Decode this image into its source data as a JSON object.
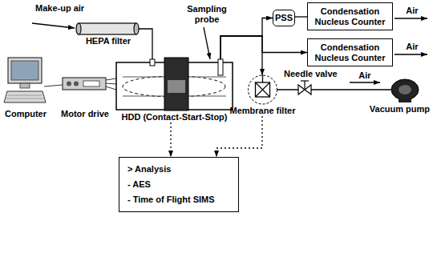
{
  "diagram": {
    "nodes": [
      {
        "text": [
          "HEPA filter"
        ]
      },
      {
        "text": [
          "HDD (Contact-Start-Stop)"
        ]
      },
      {
        "text": [
          "PSS"
        ]
      },
      {
        "text": [
          "Condensation Nucleus Counter"
        ]
      },
      {
        "text": [
          "Condensation Nucleus Counter"
        ]
      },
      {
        "text": [
          "> Analysis",
          "- AES",
          "- Time of Flight SIMS"
        ]
      },
      {
        "text": [
          "Membrane filter"
        ]
      }
    ],
    "edges": [
      {
        "from": 0,
        "to": 1,
        "arrow": "none"
      },
      {
        "from": 1,
        "to": 2,
        "arrow": "to"
      },
      {
        "from": 1,
        "to": 4,
        "arrow": "to"
      },
      {
        "from": 1,
        "to": 6,
        "arrow": "to"
      },
      {
        "from": 2,
        "to": 3,
        "arrow": "none"
      },
      {
        "from": 1,
        "to": 5,
        "arrow": "to"
      },
      {
        "from": 6,
        "to": 5,
        "arrow": "to"
      }
    ],
    "labels": [
      "Make-up air",
      "Sampling probe",
      "Computer",
      "Motor drive",
      "Needle valve",
      "Air",
      "Air",
      "Air",
      "Vacuum pump"
    ]
  }
}
